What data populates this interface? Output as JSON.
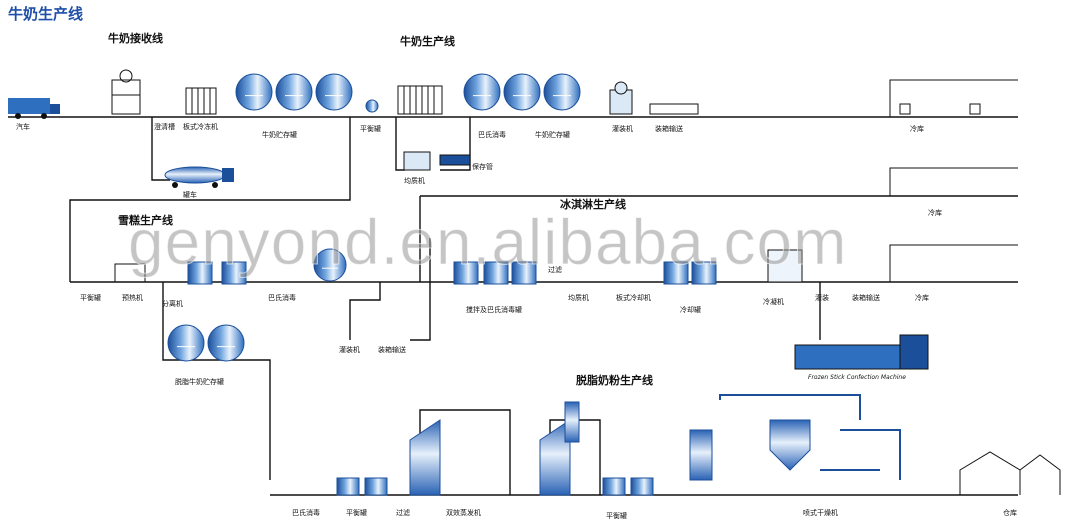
{
  "title": "牛奶生产线",
  "sections": {
    "milk_reception": "牛奶接收线",
    "milk_line": "牛奶生产线",
    "popsicle_line": "雪糕生产线",
    "icecream_line": "冰淇淋生产线",
    "powder_line": "脱脂奶粉生产线"
  },
  "labels": {
    "truck": "汽车",
    "purifier": "澄清槽",
    "plate_cooler": "板式冷冻机",
    "milk_storage_tank": "牛奶贮存罐",
    "balance_tank": "平衡罐",
    "tanker": "罐车",
    "pasteurization": "巴氏消毒",
    "homogenizer": "均质机",
    "holding_tube": "保存管",
    "milk_storage_tank_2": "牛奶贮存罐",
    "filling_machine": "灌装机",
    "packing_conveyor": "装箱输送",
    "cold_store_1": "冷库",
    "cold_store_2": "冷库",
    "balance_tank_2": "平衡罐",
    "preheater": "预热机",
    "separator": "分离机",
    "pasteurization_2": "巴氏消毒",
    "skim_milk_tank": "脱脂牛奶贮存罐",
    "filling_machine_2": "灌装机",
    "packing_conveyor_2": "装箱输送",
    "filter": "过滤",
    "mixing_tank": "搅拌及巴氏消毒罐",
    "homogenizer_2": "均质机",
    "plate_cooler_2": "板式冷却机",
    "cooling_tank": "冷却罐",
    "freezer": "冷凝机",
    "filling_2": "灌装",
    "packing_conveyor_3": "装箱输送",
    "cold_store_3": "冷库",
    "pasteurization_3": "巴氏消毒",
    "balance_tank_3": "平衡罐",
    "filter_2": "过滤",
    "evaporator": "双效蒸发机",
    "balance_tank_4": "平衡罐",
    "spray_dryer": "喷式干燥机",
    "warehouse": "仓库"
  },
  "machine_caption": "Frozen Stick Confection Machine",
  "watermark": "genyond.en.alibaba.com",
  "colors": {
    "tank_blue": "#2f6fc0",
    "tank_light": "#dbe9f7",
    "line": "#111111",
    "title_blue": "#1f4fa8"
  }
}
